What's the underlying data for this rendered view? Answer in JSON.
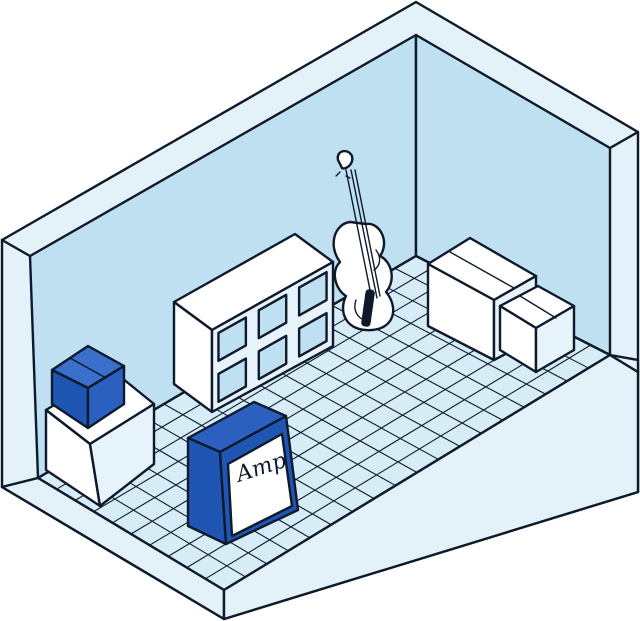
{
  "amp": {
    "label": "Amp"
  },
  "colors": {
    "outline": "#0e1a2b",
    "wall_fill": "#bfe0f0",
    "wall_top": "#e3f1f9",
    "floor_fill": "#d6ecf7",
    "box_white": "#ffffff",
    "box_light": "#e6f3fb",
    "accent_blue": "#1f56b4"
  },
  "icons": [
    "storage-room",
    "cello-icon",
    "cube-shelf",
    "cardboard-box",
    "amplifier-icon"
  ]
}
